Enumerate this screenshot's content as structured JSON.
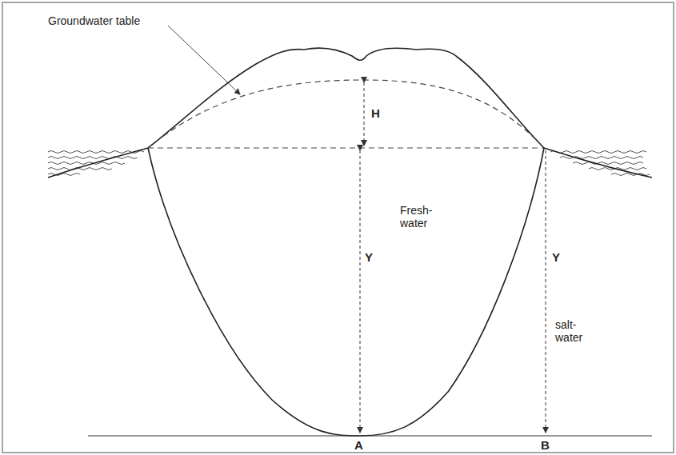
{
  "diagram": {
    "labels": [
      "Groundwater table",
      "H",
      "Fresh- water",
      "Y",
      "Y",
      "salt- water",
      "A",
      "B"
    ]
  }
}
